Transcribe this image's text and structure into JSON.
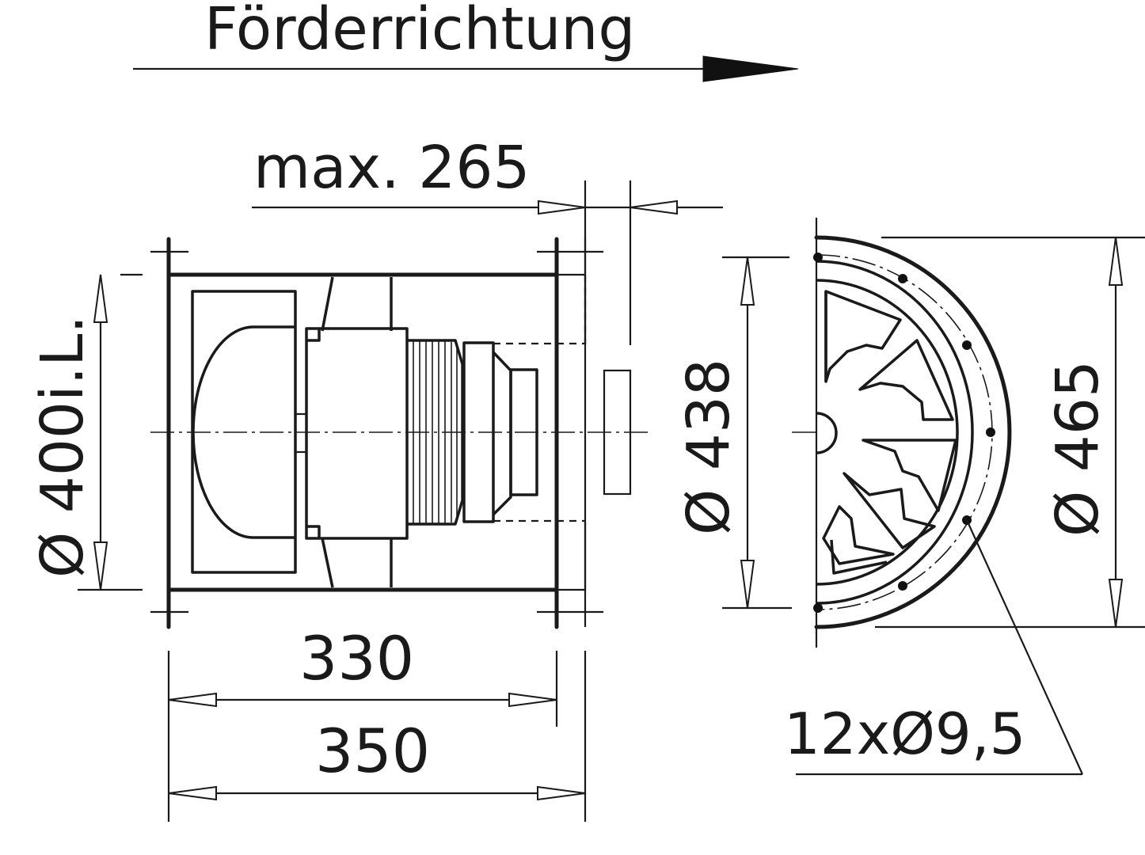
{
  "flow": {
    "label": "Förderrichtung"
  },
  "dimensions": {
    "max_length": "max. 265",
    "inner_diameter": "Ø 400i.L.",
    "length_inner": "330",
    "length_outer": "350",
    "bolt_circle": "Ø 438",
    "outer_diameter": "Ø 465",
    "holes": "12xØ9,5"
  },
  "colors": {
    "line": "#1a1a1a",
    "background": "#ffffff"
  }
}
